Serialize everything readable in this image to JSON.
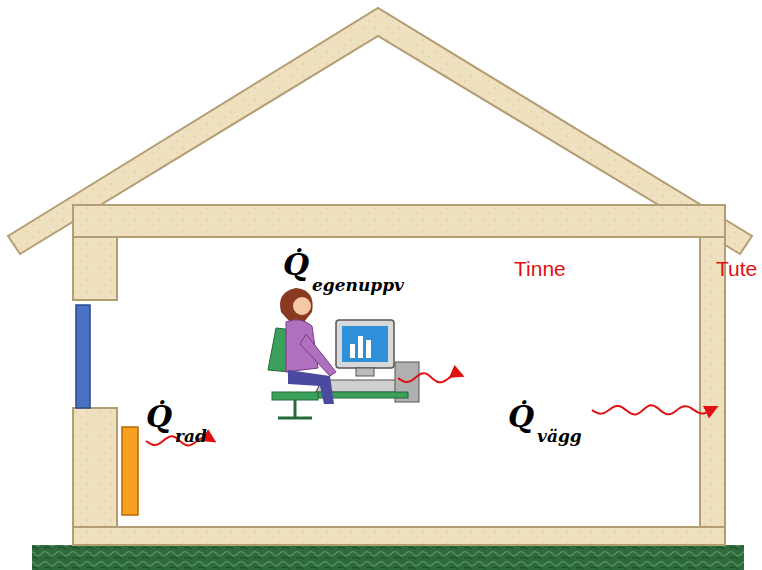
{
  "diagram": {
    "labels": [
      "Q̇",
      "egenuppv",
      "Q̇",
      "rad",
      "Q̇",
      "vägg",
      "Tinne",
      "Tute"
    ]
  }
}
